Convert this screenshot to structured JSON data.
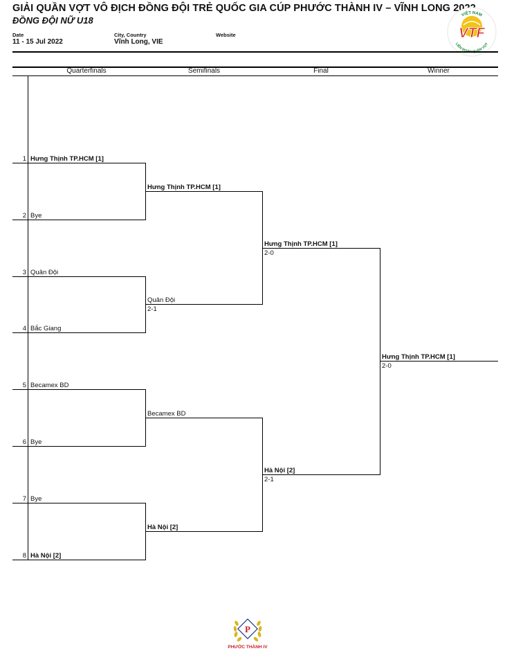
{
  "header": {
    "title": "GIẢI QUẦN VỢT VÔ ĐỊCH ĐỒNG ĐỘI TRẺ QUỐC GIA CÚP PHƯỚC THÀNH IV – VĨNH LONG 2022",
    "subtitle": "ĐỒNG ĐỘI NỮ U18",
    "date_label": "Date",
    "date_value": "11 - 15 Jul 2022",
    "location_label": "City, Country",
    "location_value": "Vĩnh Long, VIE",
    "website_label": "Website",
    "logo_text": "VTF",
    "logo_caption": "LIÊN ĐOÀN QUẦN VỢT",
    "logo_arc_text": "VIỆT NAM"
  },
  "rounds": [
    "Quarterfinals",
    "Semifinals",
    "Final",
    "Winner"
  ],
  "quarterfinals": [
    {
      "seed": "1",
      "name": "Hưng Thịnh TP.HCM [1]",
      "bold": true
    },
    {
      "seed": "2",
      "name": "Bye",
      "bold": false
    },
    {
      "seed": "3",
      "name": "Quân Đội",
      "bold": false
    },
    {
      "seed": "4",
      "name": "Bắc Giang",
      "bold": false
    },
    {
      "seed": "5",
      "name": "Becamex BD",
      "bold": false
    },
    {
      "seed": "6",
      "name": "Bye",
      "bold": false
    },
    {
      "seed": "7",
      "name": "Bye",
      "bold": false
    },
    {
      "seed": "8",
      "name": "Hà Nội [2]",
      "bold": true
    }
  ],
  "semifinals": [
    {
      "name": "Hưng Thịnh TP.HCM [1]",
      "score": "",
      "bold": true
    },
    {
      "name": "Quân Đội",
      "score": "2-1",
      "bold": false
    },
    {
      "name": "Becamex BD",
      "score": "",
      "bold": false
    },
    {
      "name": "Hà Nội [2]",
      "score": "",
      "bold": true
    }
  ],
  "final": [
    {
      "name": "Hưng Thịnh TP.HCM [1]",
      "score": "2-0",
      "bold": true
    },
    {
      "name": "Hà Nội [2]",
      "score": "2-1",
      "bold": true
    }
  ],
  "winner": {
    "name": "Hưng Thịnh TP.HCM [1]",
    "score": "2-0",
    "bold": true
  },
  "sponsor": {
    "name": "PHƯỚC THÀNH IV",
    "initial": "P"
  },
  "colors": {
    "logo_red": "#d7262b",
    "logo_yellow": "#f2c318",
    "logo_green": "#1f8a3a",
    "sponsor_gold": "#d9b51f",
    "sponsor_red": "#c8202a"
  }
}
